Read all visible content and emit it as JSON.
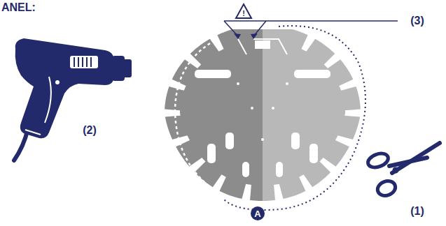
{
  "diagram": {
    "title": "ANEL:",
    "labels": [
      "(3)",
      "(2)",
      "(1)",
      "A",
      "!"
    ]
  }
}
